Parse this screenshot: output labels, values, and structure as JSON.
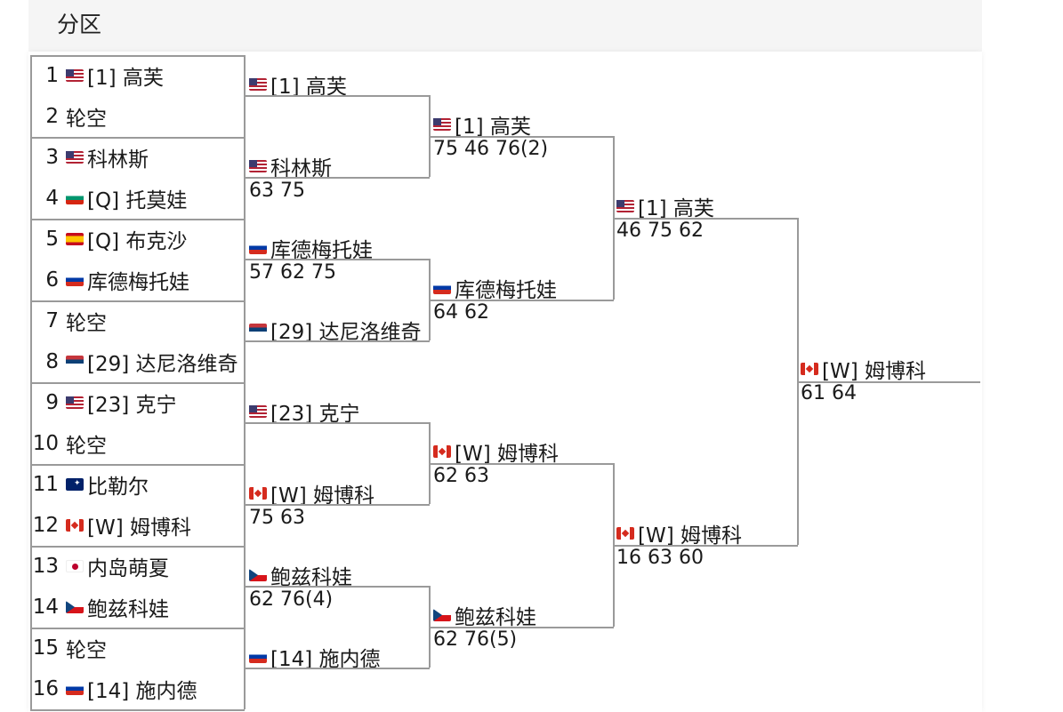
{
  "title": "分区",
  "round1": [
    {
      "seed": "1",
      "flag": "usa",
      "label": "[1] 高芙"
    },
    {
      "seed": "2",
      "flag": "",
      "label": "轮空"
    },
    {
      "seed": "3",
      "flag": "usa",
      "label": "科林斯"
    },
    {
      "seed": "4",
      "flag": "bul",
      "label": "[Q] 托莫娃"
    },
    {
      "seed": "5",
      "flag": "esp",
      "label": "[Q] 布克沙"
    },
    {
      "seed": "6",
      "flag": "rus",
      "label": "库德梅托娃"
    },
    {
      "seed": "7",
      "flag": "",
      "label": "轮空"
    },
    {
      "seed": "8",
      "flag": "srb",
      "label": "[29] 达尼洛维奇"
    },
    {
      "seed": "9",
      "flag": "usa",
      "label": "[23] 克宁"
    },
    {
      "seed": "10",
      "flag": "",
      "label": "轮空"
    },
    {
      "seed": "11",
      "flag": "aus",
      "label": "比勒尔"
    },
    {
      "seed": "12",
      "flag": "can",
      "label": "[W] 姆博科"
    },
    {
      "seed": "13",
      "flag": "jpn",
      "label": "内岛萌夏"
    },
    {
      "seed": "14",
      "flag": "cze",
      "label": "鲍兹科娃"
    },
    {
      "seed": "15",
      "flag": "",
      "label": "轮空"
    },
    {
      "seed": "16",
      "flag": "rus",
      "label": "[14] 施内德"
    }
  ],
  "round2": [
    {
      "flag": "usa",
      "label": "[1] 高芙",
      "score": ""
    },
    {
      "flag": "usa",
      "label": "科林斯",
      "score": "63 75"
    },
    {
      "flag": "rus",
      "label": "库德梅托娃",
      "score": "57 62 75"
    },
    {
      "flag": "srb",
      "label": "[29] 达尼洛维奇",
      "score": ""
    },
    {
      "flag": "usa",
      "label": "[23] 克宁",
      "score": ""
    },
    {
      "flag": "can",
      "label": "[W] 姆博科",
      "score": "75 63"
    },
    {
      "flag": "cze",
      "label": "鲍兹科娃",
      "score": "62 76(4)"
    },
    {
      "flag": "rus",
      "label": "[14] 施内德",
      "score": ""
    }
  ],
  "round3": [
    {
      "flag": "usa",
      "label": "[1] 高芙",
      "score": "75 46 76(2)"
    },
    {
      "flag": "rus",
      "label": "库德梅托娃",
      "score": "64 62"
    },
    {
      "flag": "can",
      "label": "[W] 姆博科",
      "score": "62 63"
    },
    {
      "flag": "cze",
      "label": "鲍兹科娃",
      "score": "62 76(5)"
    }
  ],
  "round4": [
    {
      "flag": "usa",
      "label": "[1] 高芙",
      "score": "46 75 62"
    },
    {
      "flag": "can",
      "label": "[W] 姆博科",
      "score": "16 63 60"
    }
  ],
  "winner": {
    "flag": "can",
    "label": "[W] 姆博科",
    "score": "61 64"
  },
  "colors": {
    "line": "#9a9a9a",
    "header_bg": "#f5f5f5"
  }
}
